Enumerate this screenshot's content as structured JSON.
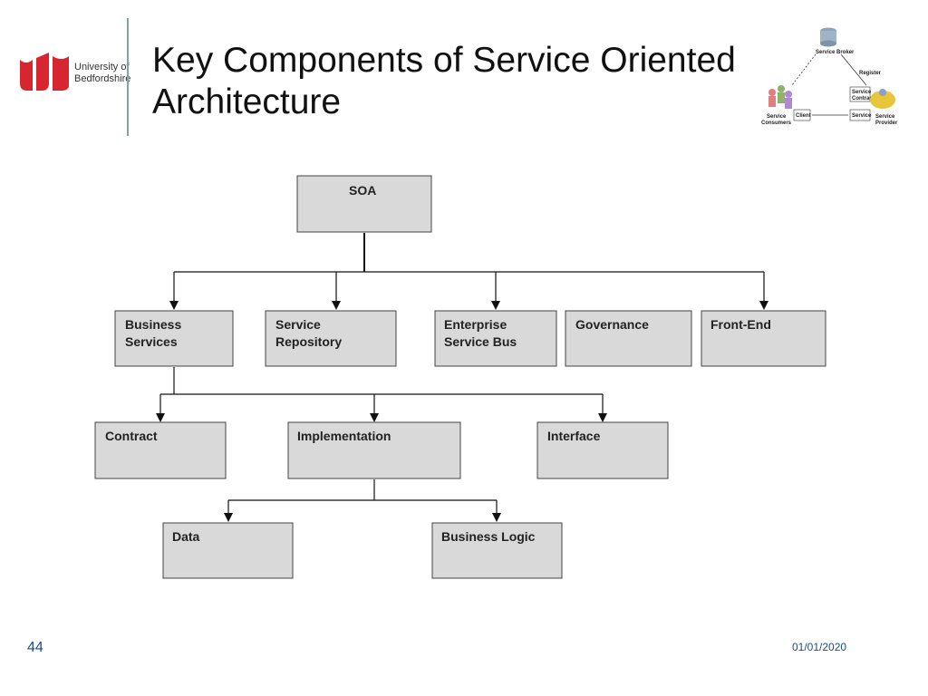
{
  "header": {
    "logo_line1": "University of",
    "logo_line2": "Bedfordshire",
    "title_line1": "Key Components of Service Oriented",
    "title_line2": "Architecture"
  },
  "thumbnail": {
    "broker": "Service Broker",
    "register": "Register",
    "contract_line1": "Service",
    "contract_line2": "Contract",
    "client": "Client",
    "service": "Service",
    "consumers_line1": "Service",
    "consumers_line2": "Consumers",
    "provider_line1": "Service",
    "provider_line2": "Provider"
  },
  "diagram": {
    "nodes": {
      "soa": [
        "SOA"
      ],
      "business_services": [
        "Business",
        "Services"
      ],
      "service_repository": [
        "Service",
        "Repository"
      ],
      "enterprise_service_bus": [
        "Enterprise",
        "Service Bus"
      ],
      "governance": [
        "Governance"
      ],
      "front_end": [
        "Front-End"
      ],
      "contract": [
        "Contract"
      ],
      "implementation": [
        "Implementation"
      ],
      "interface": [
        "Interface"
      ],
      "data": [
        "Data"
      ],
      "business_logic": [
        "Business Logic"
      ]
    },
    "edges": [
      [
        "soa",
        "business_services"
      ],
      [
        "soa",
        "service_repository"
      ],
      [
        "soa",
        "enterprise_service_bus"
      ],
      [
        "soa",
        "front_end"
      ],
      [
        "business_services",
        "contract"
      ],
      [
        "business_services",
        "implementation"
      ],
      [
        "business_services",
        "interface"
      ],
      [
        "implementation",
        "data"
      ],
      [
        "implementation",
        "business_logic"
      ]
    ]
  },
  "colors": {
    "node_fill": "#d9d9d9",
    "node_stroke": "#444444",
    "line": "#111111",
    "logo_red": "#d7262f",
    "accent_blue": "#1a4e8a",
    "divider": "#7fa7a0"
  },
  "footer": {
    "page_number": "44",
    "date": "01/01/2020"
  }
}
